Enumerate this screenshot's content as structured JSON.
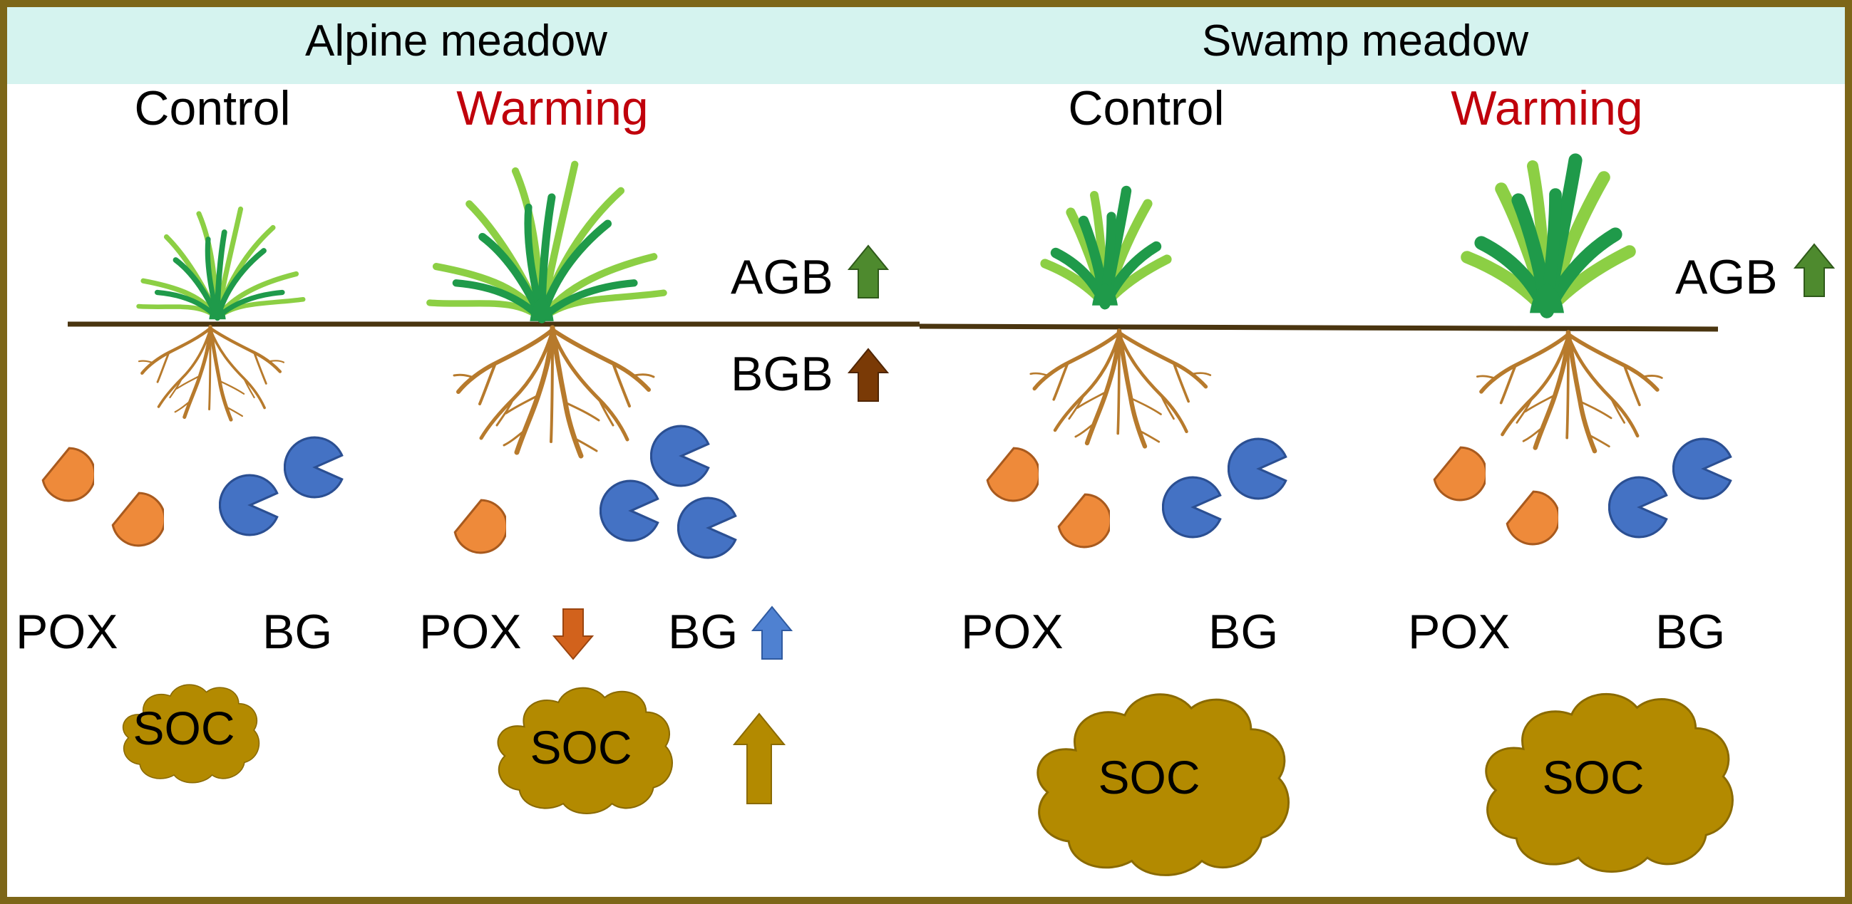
{
  "panels": [
    {
      "title": "Alpine meadow"
    },
    {
      "title": "Swamp meadow"
    }
  ],
  "treatments": {
    "control": "Control",
    "warming": "Warming"
  },
  "indicators": {
    "agb": "AGB",
    "bgb": "BGB"
  },
  "enzymes": {
    "pox": "POX",
    "bg": "BG"
  },
  "soil_carbon": "SOC",
  "colors": {
    "frame": "#7d6618",
    "header_band": "#d5f3ef",
    "warming_text": "#c0000b",
    "leaf_light": "#8ccf44",
    "leaf_dark": "#1f9a4a",
    "root": "#b77a2c",
    "ground_line": "#4a3510",
    "pox_enzyme": "#ee8a3a",
    "bg_enzyme": "#4472c4",
    "soc_cloud": "#b38a00",
    "arrow_agb": "#4e8a2e",
    "arrow_bgb": "#7a3a06",
    "arrow_pox": "#d2621c",
    "arrow_bg": "#4f81d1",
    "arrow_soc": "#b38a00"
  }
}
